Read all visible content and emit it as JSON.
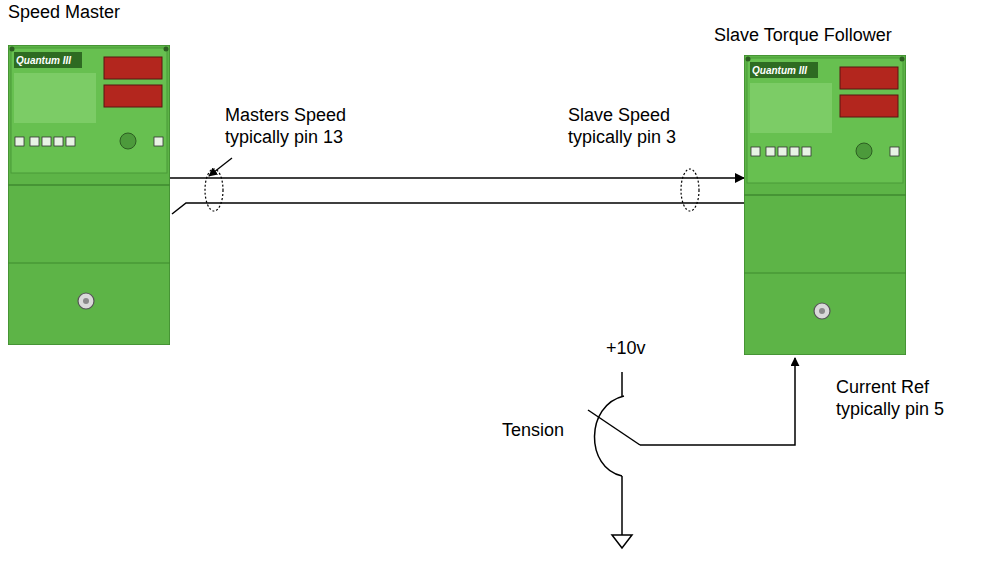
{
  "diagram": {
    "nodes": [
      {
        "text": [
          "Speed Master",
          "Quantum III"
        ]
      },
      {
        "text": [
          "Slave Torque Follower",
          "Quantum III"
        ]
      }
    ],
    "edges": [
      {
        "from": 0,
        "to": 1,
        "arrow": "to"
      }
    ],
    "labels": [
      "Masters Speed typically pin 13",
      "Slave Speed typically pin 3",
      "+10v",
      "Tension",
      "Current Ref typically pin 5"
    ]
  }
}
